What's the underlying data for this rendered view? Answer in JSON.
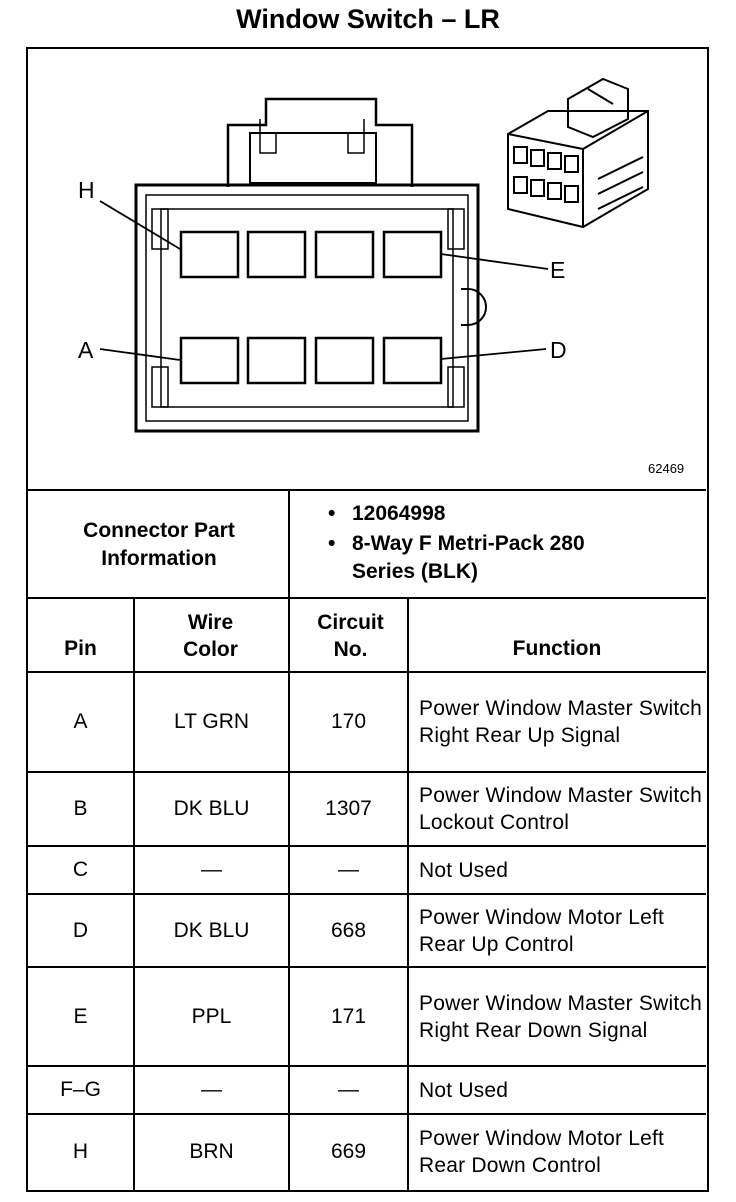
{
  "title": "Window Switch – LR",
  "figure_number": "62469",
  "pin_labels": {
    "h": "H",
    "e": "E",
    "a": "A",
    "d": "D"
  },
  "connector_info": {
    "label": "Connector Part Information",
    "part_number": "12064998",
    "description": "8-Way F Metri-Pack 280 Series (BLK)"
  },
  "table": {
    "headers": {
      "pin": "Pin",
      "wire_color": "Wire Color",
      "circuit": "Circuit No.",
      "function": "Function"
    },
    "rows": [
      {
        "pin": "A",
        "color": "LT GRN",
        "circuit": "170",
        "function": "Power Window Master Switch Right Rear Up Signal"
      },
      {
        "pin": "B",
        "color": "DK BLU",
        "circuit": "1307",
        "function": "Power Window Master Switch Lockout Control"
      },
      {
        "pin": "C",
        "color": "—",
        "circuit": "—",
        "function": "Not Used"
      },
      {
        "pin": "D",
        "color": "DK BLU",
        "circuit": "668",
        "function": "Power Window Motor Left Rear Up Control"
      },
      {
        "pin": "E",
        "color": "PPL",
        "circuit": "171",
        "function": "Power Window Master Switch Right Rear Down Signal"
      },
      {
        "pin": "F–G",
        "color": "—",
        "circuit": "—",
        "function": "Not Used"
      },
      {
        "pin": "H",
        "color": "BRN",
        "circuit": "669",
        "function": "Power Window Motor Left Rear Down Control"
      }
    ]
  }
}
